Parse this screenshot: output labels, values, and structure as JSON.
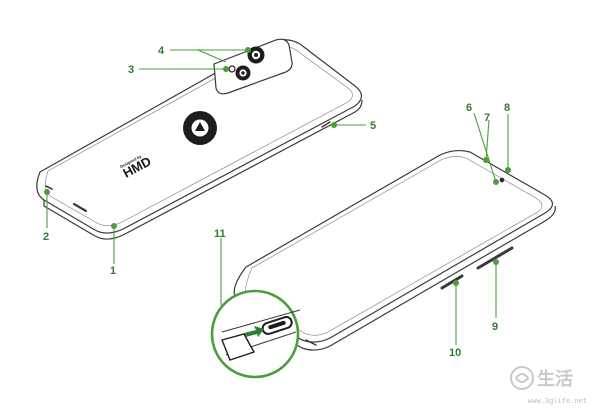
{
  "figure": {
    "phone_brand": {
      "logo_caption": "Designed by",
      "wordmark": "HMD"
    },
    "callouts": [
      {
        "id": "c1",
        "label": "1"
      },
      {
        "id": "c2",
        "label": "2"
      },
      {
        "id": "c3",
        "label": "3"
      },
      {
        "id": "c4",
        "label": "4"
      },
      {
        "id": "c5",
        "label": "5"
      },
      {
        "id": "c6",
        "label": "6"
      },
      {
        "id": "c7",
        "label": "7"
      },
      {
        "id": "c8",
        "label": "8"
      },
      {
        "id": "c9",
        "label": "9"
      },
      {
        "id": "c10",
        "label": "10"
      },
      {
        "id": "c11",
        "label": "11"
      }
    ],
    "watermark": {
      "text": "生活",
      "url": "www.3glife.net"
    },
    "colors": {
      "callout": "#4a9e3c",
      "outline": "#3a3a3a",
      "magnifier": "#4a9e3c"
    }
  }
}
